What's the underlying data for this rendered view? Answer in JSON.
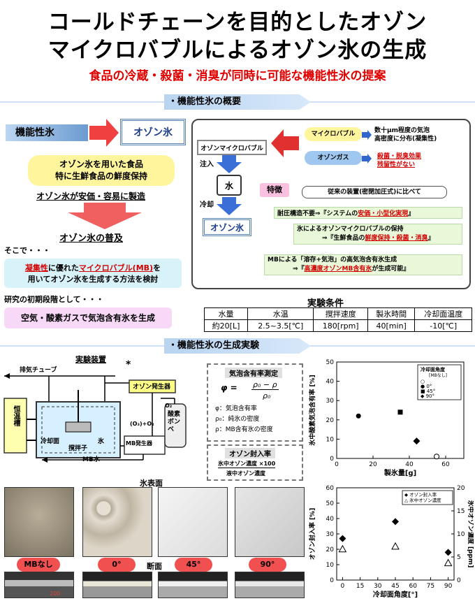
{
  "header": {
    "title1": "コールドチェーンを目的としたオゾン",
    "title2": "マイクロバブルによるオゾン氷の生成",
    "subtitle": "食品の冷蔵・殺菌・消臭が同時に可能な機能性氷の提案"
  },
  "section1": {
    "label": "・機能性氷の概要",
    "functional_ice": "機能性氷",
    "ozone_ice": "オゾン氷",
    "food1": "オゾン氷を用いた食品",
    "food2": "特に生鮮食品の鮮度保持",
    "cheap": "オゾン氷が安価・容易に製造",
    "spread": "オゾン氷の普及",
    "therefore": "そこで・・・",
    "method_a": "凝集性",
    "method_b": "に優れた",
    "method_c": "マイクロバブル(MB)",
    "method_d": "を",
    "method_e": "用いてオゾン氷を生成する方法を検討",
    "stage": "研究の初期段階として・・・",
    "air": "空気・酸素ガスで気泡含有氷を生成"
  },
  "overview": {
    "ozone_mb": "オゾンマイクロバブル",
    "inject": "注入",
    "water": "水",
    "cool": "冷却",
    "ozone_ice": "オゾン氷",
    "microbubble": "マイクロバブル",
    "mb_desc1": "数十μm程度の気泡",
    "mb_desc2": "高密度に分布(凝集性)",
    "ozone_gas": "オゾンガス",
    "gas_desc1": "殺菌・脱臭効果",
    "gas_desc2": "残留性がない",
    "feature": "特徴",
    "compare": "従来の装置(密閉加圧式)に比べて",
    "f1a": "耐圧構造不要⇒『システムの",
    "f1b": "安価・小型化実現",
    "f1c": "』",
    "f2a": "氷によるオゾンマイクロバブルの保持",
    "f2b": "⇒『生鮮食品の",
    "f2c": "鮮度保持・殺菌・消臭",
    "f2d": "』",
    "f3a": "MBによる「溶存+気泡」の高気泡含有氷生成",
    "f3b": "⇒『",
    "f3c": "高濃度オゾンMB含有氷",
    "f3d": "が生成可能』"
  },
  "conditions": {
    "title": "実験条件",
    "headers": [
      "水量",
      "水温",
      "撹拌速度",
      "製氷時間",
      "冷却面温度"
    ],
    "values": [
      "約20[L]",
      "2.5~3.5[℃]",
      "180[rpm]",
      "40[min]",
      "-10[℃]"
    ]
  },
  "section2": {
    "label": "・機能性氷の生成実験",
    "apparatus": "実験装置",
    "exhaust": "排気チューブ",
    "star": "*",
    "thermostat": "恒温槽",
    "cooling_surface": "冷却面",
    "stirrer": "撹拌子",
    "ice": "氷",
    "ozone_gen": "オゾン発生器",
    "o2": "O₂",
    "o3o2": "(O₃)+O₂",
    "oxygen": "酸素ボンベ",
    "mb_gen": "MB発生器",
    "mb_water": "MB水"
  },
  "formula": {
    "title": "気泡含有率測定",
    "phi": "φ =",
    "num": "ρ₀ − ρ",
    "den": "ρ₀",
    "l1": "φ：気泡含有率",
    "l2": "ρ₀：純氷の密度",
    "l3": "ρ：MB含有氷の密度",
    "ozone_title": "オゾン封入率",
    "o_num": "氷中オゾン濃度 ×100",
    "o_den": "液中オゾン濃度"
  },
  "photos": {
    "surface": "氷表面",
    "section": "断面",
    "labels": [
      "MBなし",
      "0°",
      "45°",
      "90°"
    ],
    "ruler": "200"
  },
  "chart_data": [
    {
      "type": "scatter",
      "ylabel": "氷中酸素気泡含有率 [%]",
      "xlabel": "製氷量[g]",
      "xlim": [
        0,
        70
      ],
      "ylim": [
        0,
        50
      ],
      "xticks": [
        0,
        20,
        40,
        60
      ],
      "yticks": [
        0,
        10,
        20,
        30,
        40,
        50
      ],
      "legend_title": "冷却面角度",
      "legend_sub": "[MBなし]",
      "legend_entries": [
        "○",
        "● 0°",
        "■ 45°",
        "◆ 90°"
      ],
      "series": [
        {
          "name": "○",
          "marker": "circle-open",
          "points": [
            [
              55,
              1
            ]
          ]
        },
        {
          "name": "0°",
          "marker": "circle",
          "points": [
            [
              12,
              22
            ]
          ]
        },
        {
          "name": "45°",
          "marker": "square",
          "points": [
            [
              35,
              24
            ]
          ]
        },
        {
          "name": "90°",
          "marker": "diamond",
          "points": [
            [
              44,
              9
            ]
          ]
        }
      ]
    },
    {
      "type": "scatter",
      "ylabel": "オゾン封入率 [%]",
      "y2label": "氷中オゾン濃度 [ppm]",
      "xlabel": "冷却面角度[°]",
      "xlim": [
        -5,
        95
      ],
      "ylim": [
        0,
        60
      ],
      "y2lim": [
        0,
        20
      ],
      "xticks": [
        0,
        15,
        30,
        45,
        60,
        75,
        90
      ],
      "yticks": [
        0,
        10,
        20,
        30,
        40,
        50,
        60
      ],
      "y2ticks": [
        0,
        5,
        10,
        15,
        20
      ],
      "legend_entries": [
        "◆ オゾン封入率",
        "△ 氷中オゾン濃度"
      ],
      "series": [
        {
          "name": "オゾン封入率",
          "marker": "diamond",
          "points": [
            [
              0,
              27
            ],
            [
              45,
              38
            ],
            [
              90,
              18
            ]
          ]
        },
        {
          "name": "氷中オゾン濃度",
          "marker": "triangle-open",
          "points": [
            [
              0,
              6.7
            ],
            [
              45,
              7.3
            ],
            [
              90,
              3.7
            ]
          ]
        }
      ]
    }
  ]
}
